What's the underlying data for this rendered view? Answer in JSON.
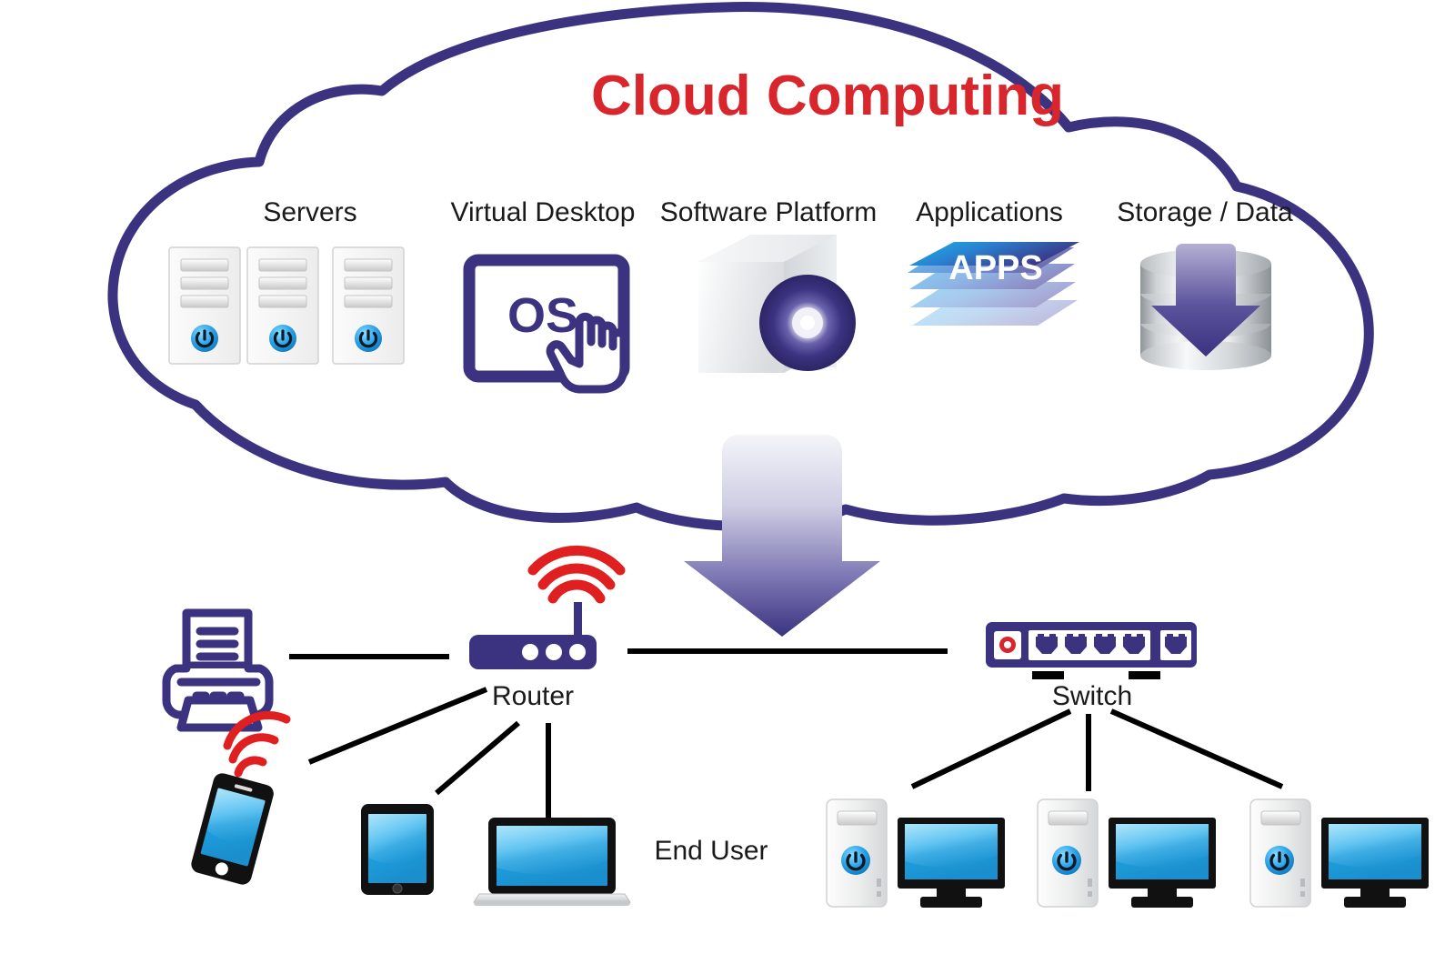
{
  "diagram": {
    "title": "Cloud Computing",
    "title_color": "#d8262c",
    "cloud_outline_color": "#3b3380",
    "background": "#ffffff",
    "line_color": "#000000"
  },
  "cloud": {
    "services": [
      {
        "label": "Servers",
        "icon": "server-rack-icon"
      },
      {
        "label": "Virtual Desktop",
        "icon": "os-touchscreen-icon",
        "icon_text": "OS"
      },
      {
        "label": "Software Platform",
        "icon": "software-box-cd-icon"
      },
      {
        "label": "Applications",
        "icon": "apps-stack-icon",
        "icon_text": "APPS"
      },
      {
        "label": "Storage / Data",
        "icon": "database-download-icon"
      }
    ]
  },
  "network": {
    "downlink_arrow": "down-arrow-icon",
    "nodes": [
      {
        "id": "printer",
        "label": "",
        "icon": "printer-icon"
      },
      {
        "id": "router",
        "label": "Router",
        "icon": "router-icon"
      },
      {
        "id": "switch",
        "label": "Switch",
        "icon": "network-switch-icon"
      },
      {
        "id": "smartphone",
        "label": "",
        "icon": "smartphone-icon"
      },
      {
        "id": "tablet",
        "label": "",
        "icon": "tablet-icon"
      },
      {
        "id": "laptop",
        "label": "",
        "icon": "laptop-icon"
      },
      {
        "id": "pc1",
        "label": "",
        "icon": "desktop-pc-icon"
      },
      {
        "id": "pc2",
        "label": "",
        "icon": "desktop-pc-icon"
      },
      {
        "id": "pc3",
        "label": "",
        "icon": "desktop-pc-icon"
      }
    ],
    "end_user_label": "End User",
    "router_wifi": "wifi-signal-icon",
    "phone_wifi": "wifi-signal-icon"
  },
  "colors": {
    "purple": "#3b3380",
    "purple_dark": "#2f2a6b",
    "red": "#d8262c",
    "wifi_red": "#e02020",
    "screen_blue_light": "#5ec8f2",
    "screen_blue_dark": "#1b9ad6",
    "power_blue": "#2ba3e8",
    "label_text": "#1a1a1a",
    "silver_light": "#f2f2f2",
    "silver_dark": "#b8bcc0"
  }
}
